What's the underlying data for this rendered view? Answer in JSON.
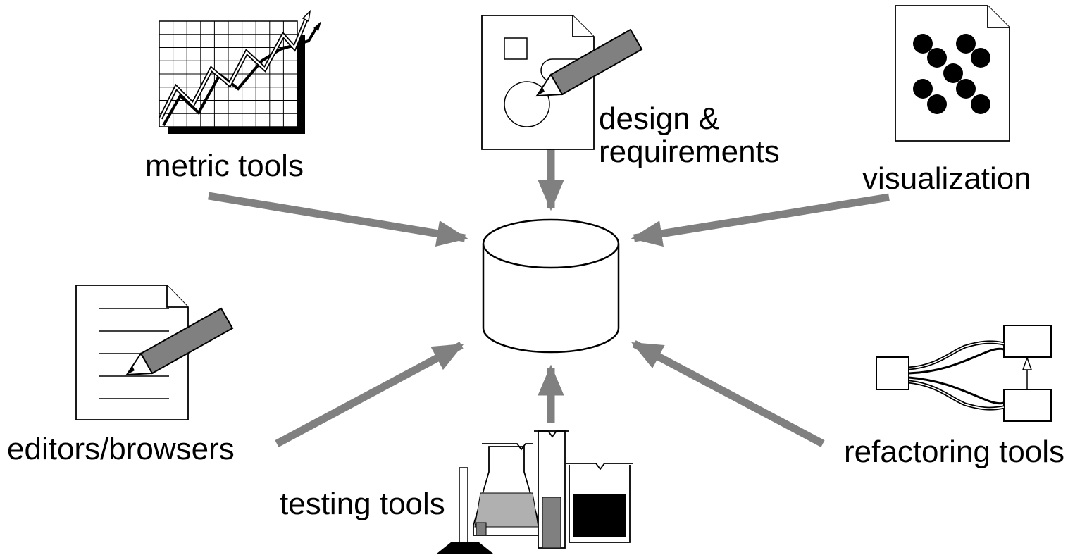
{
  "labels": {
    "metric_tools": "metric tools",
    "design_line1": "design &",
    "design_line2": "requirements",
    "visualization": "visualization",
    "editors_browsers": "editors/browsers",
    "testing_tools": "testing tools",
    "refactoring_tools": "refactoring tools"
  },
  "colors": {
    "arrow": "#808080",
    "ink": "#000000",
    "paper": "#ffffff",
    "pencil": "#808080",
    "liquid_light": "#b0b0b0",
    "liquid_dark": "#000000"
  },
  "icons": [
    "database-icon",
    "chart-icon",
    "design-document-icon",
    "scatter-document-icon",
    "edited-document-icon",
    "lab-glassware-icon",
    "class-diagram-icon"
  ]
}
